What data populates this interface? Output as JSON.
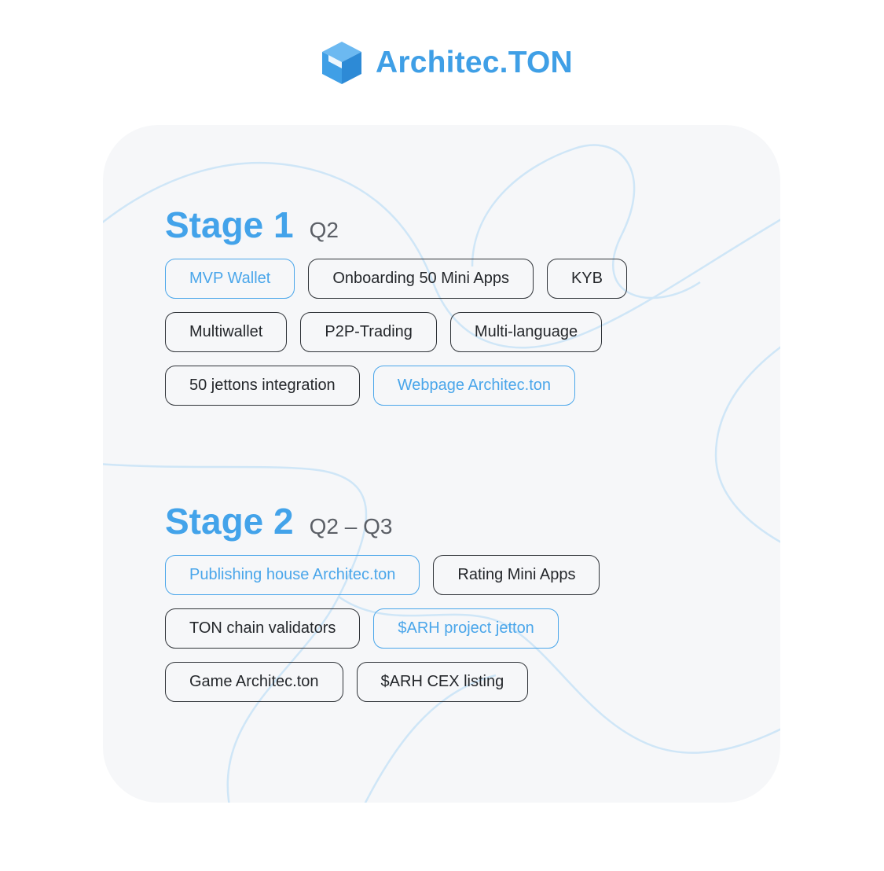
{
  "brand": {
    "name": "Architec.TON",
    "color": "#3f9fe6",
    "icon": "cube-logo-icon"
  },
  "colors": {
    "accent": "#4aa6ea",
    "dark": "#2f3338",
    "card_bg": "#f6f7f9",
    "line": "#cfe6f7"
  },
  "stages": [
    {
      "name": "Stage 1",
      "period": "Q2",
      "rows": [
        [
          {
            "label": "MVP Wallet",
            "accent": true
          },
          {
            "label": "Onboarding 50 Mini Apps",
            "accent": false
          },
          {
            "label": "KYB",
            "accent": false
          }
        ],
        [
          {
            "label": "Multiwallet",
            "accent": false
          },
          {
            "label": "P2P-Trading",
            "accent": false
          },
          {
            "label": "Multi-language",
            "accent": false
          }
        ],
        [
          {
            "label": "50 jettons integration",
            "accent": false
          },
          {
            "label": "Webpage Architec.ton",
            "accent": true
          }
        ]
      ]
    },
    {
      "name": "Stage 2",
      "period": "Q2 – Q3",
      "rows": [
        [
          {
            "label": "Publishing house Architec.ton",
            "accent": true
          },
          {
            "label": "Rating Mini Apps",
            "accent": false
          }
        ],
        [
          {
            "label": "TON chain validators",
            "accent": false
          },
          {
            "label": "$ARH project jetton",
            "accent": true
          }
        ],
        [
          {
            "label": "Game Architec.ton",
            "accent": false
          },
          {
            "label": "$ARH CEX listing",
            "accent": false
          }
        ]
      ]
    }
  ]
}
